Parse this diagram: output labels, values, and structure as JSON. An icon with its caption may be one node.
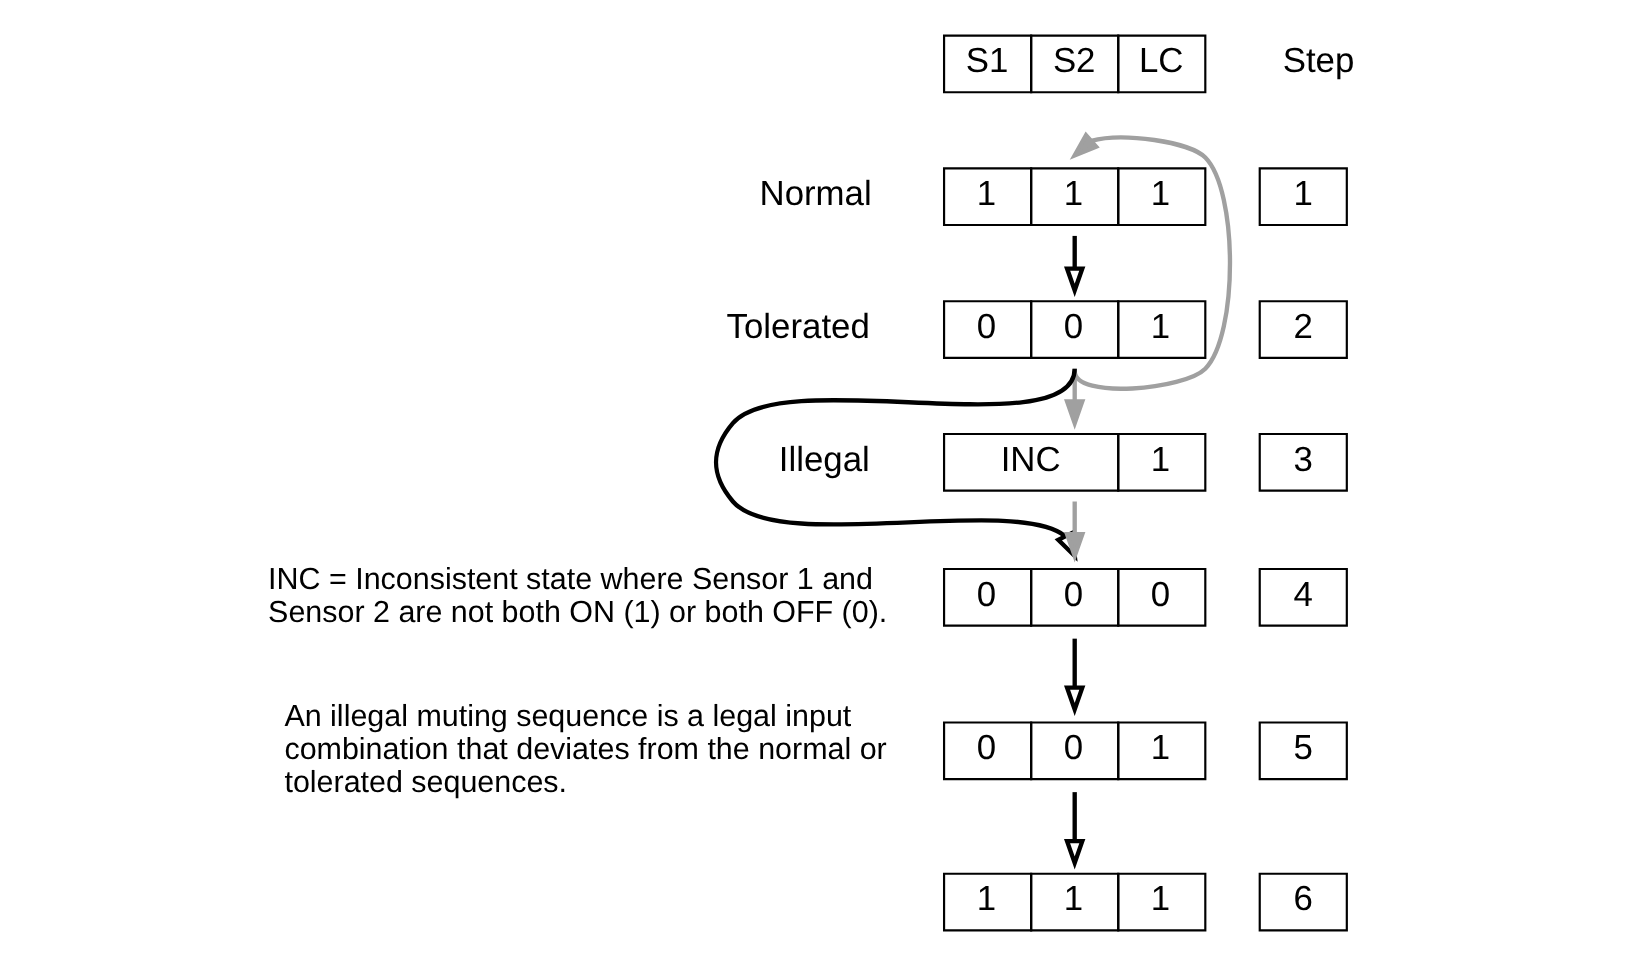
{
  "diagram": {
    "nodes": [
      {
        "text": [
          "S1",
          "S2",
          "LC"
        ]
      },
      {
        "text": [
          "1",
          "1",
          "1"
        ]
      },
      {
        "text": [
          "1"
        ]
      },
      {
        "text": [
          "0",
          "0",
          "1"
        ]
      },
      {
        "text": [
          "2"
        ]
      },
      {
        "text": [
          "INC",
          "1"
        ]
      },
      {
        "text": [
          "3"
        ]
      },
      {
        "text": [
          "0",
          "0",
          "0"
        ]
      },
      {
        "text": [
          "4"
        ]
      },
      {
        "text": [
          "0",
          "0",
          "1"
        ]
      },
      {
        "text": [
          "5"
        ]
      },
      {
        "text": [
          "1",
          "1",
          "1"
        ]
      },
      {
        "text": [
          "6"
        ]
      }
    ],
    "edges": [
      {
        "from": 1,
        "to": 3,
        "arrow": "to"
      },
      {
        "from": 3,
        "to": 1,
        "arrow": "to",
        "color": "#a0a0a0"
      },
      {
        "from": 3,
        "to": 5,
        "arrow": "to",
        "color": "#a0a0a0"
      },
      {
        "from": 3,
        "to": 7,
        "arrow": "to"
      },
      {
        "from": 5,
        "to": 7,
        "arrow": "to",
        "color": "#a0a0a0"
      },
      {
        "from": 7,
        "to": 9,
        "arrow": "to"
      },
      {
        "from": 9,
        "to": 11,
        "arrow": "to"
      }
    ],
    "labels": [
      "Step",
      "INC = Inconsistent state where Sensor 1 and Sensor 2 are not both ON (1) or both OFF (0).",
      "An illegal muting sequence is a legal input combination that deviates from the normal or tolerated sequences."
    ],
    "legend": [
      {
        "text": "Normal"
      },
      {
        "text": "Tolerated"
      },
      {
        "text": "Illegal"
      }
    ]
  }
}
